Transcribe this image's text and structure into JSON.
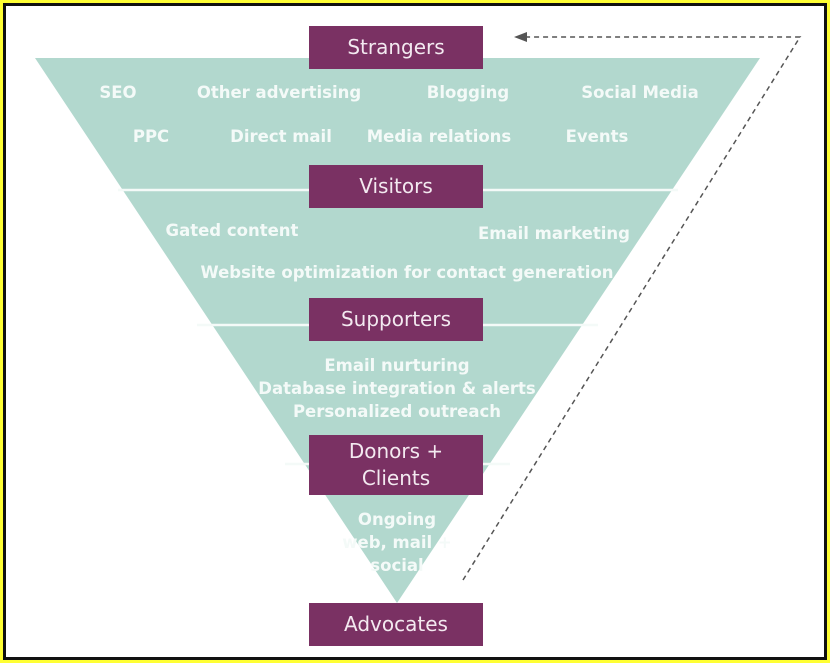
{
  "colors": {
    "funnel_fill": "#b2d8ce",
    "stage_fill": "#7a3163",
    "stage_text": "#f3e9f0",
    "item_text": "#f4faf8",
    "divider": "#f4faf8",
    "arrow": "#555555",
    "frame_outer": "#ffff33",
    "frame_inner": "#111111"
  },
  "stages": {
    "strangers": "Strangers",
    "visitors": "Visitors",
    "supporters": "Supporters",
    "donors_line1": "Donors +",
    "donors_line2": "Clients",
    "advocates": "Advocates"
  },
  "tiers": {
    "strangers": [
      "SEO",
      "Other advertising",
      "Blogging",
      "Social Media",
      "PPC",
      "Direct mail",
      "Media relations",
      "Events"
    ],
    "visitors": [
      "Gated content",
      "Email marketing",
      "Website optimization for contact generation"
    ],
    "supporters": [
      "Email nurturing",
      "Database integration & alerts",
      "Personalized outreach"
    ],
    "donors": [
      "Ongoing",
      "web, mail +",
      "social"
    ]
  },
  "feedback_arrow": {
    "from": "Advocates",
    "to": "Strangers",
    "style": "dashed"
  }
}
